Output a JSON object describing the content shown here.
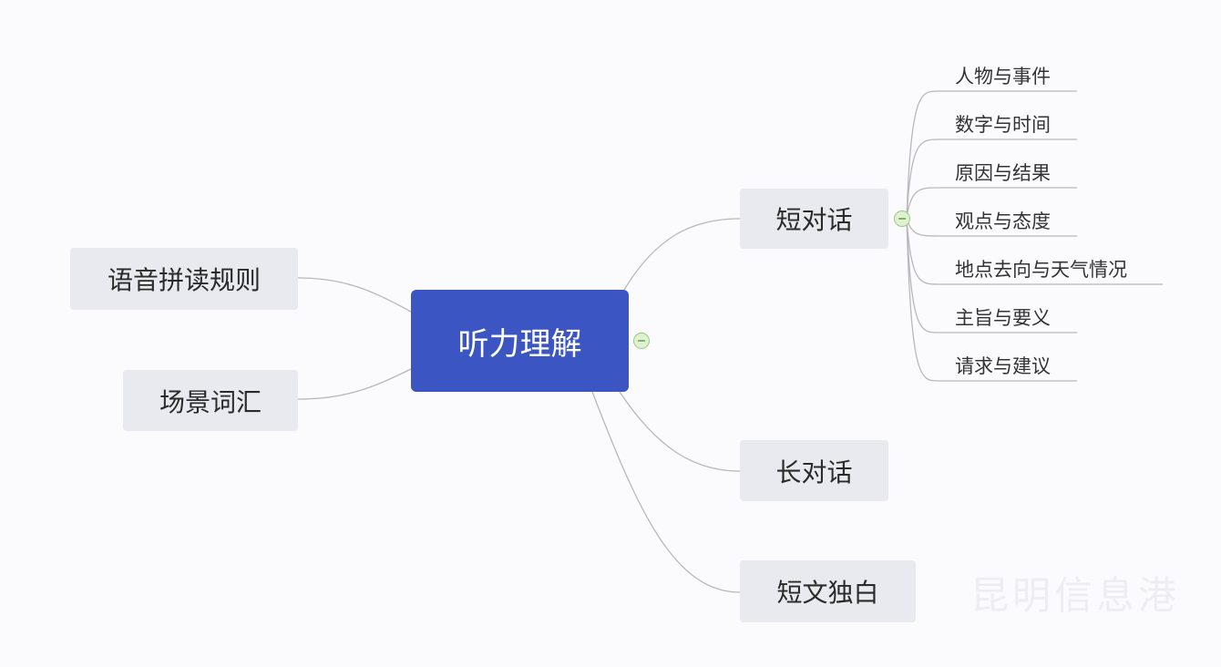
{
  "center": {
    "label": "听力理解"
  },
  "left_nodes": [
    {
      "label": "语音拼读规则"
    },
    {
      "label": "场景词汇"
    }
  ],
  "right_nodes": [
    {
      "label": "短对话"
    },
    {
      "label": "长对话"
    },
    {
      "label": "短文独白"
    }
  ],
  "short_dialog_children": [
    {
      "label": "人物与事件"
    },
    {
      "label": "数字与时间"
    },
    {
      "label": "原因与结果"
    },
    {
      "label": "观点与态度"
    },
    {
      "label": "地点去向与天气情况"
    },
    {
      "label": "主旨与要义"
    },
    {
      "label": "请求与建议"
    }
  ],
  "watermark": "昆明信息港",
  "colors": {
    "center": "#3b56c2",
    "node": "#e9eaef",
    "toggle": "#dff2cf"
  }
}
